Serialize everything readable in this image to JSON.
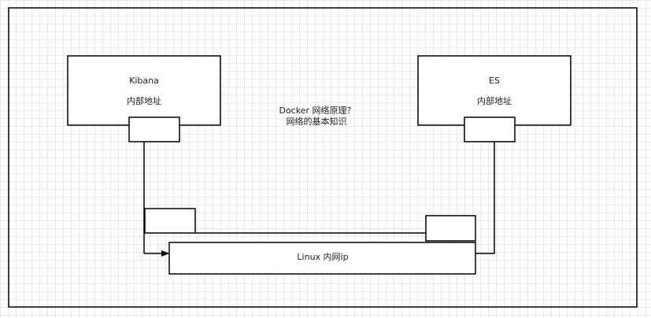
{
  "diagram": {
    "kibana": {
      "name": "Kibana",
      "address": "内部地址"
    },
    "es": {
      "name": "ES",
      "address": "内部地址"
    },
    "note": {
      "line1": "Docker 网络原理？",
      "line2": "网络的基本知识"
    },
    "linux": {
      "label": "Linux 内网ip"
    }
  },
  "colors": {
    "stroke": "#000000",
    "text": "#222222",
    "grid": "#e9e9e9",
    "background": "#ffffff"
  }
}
